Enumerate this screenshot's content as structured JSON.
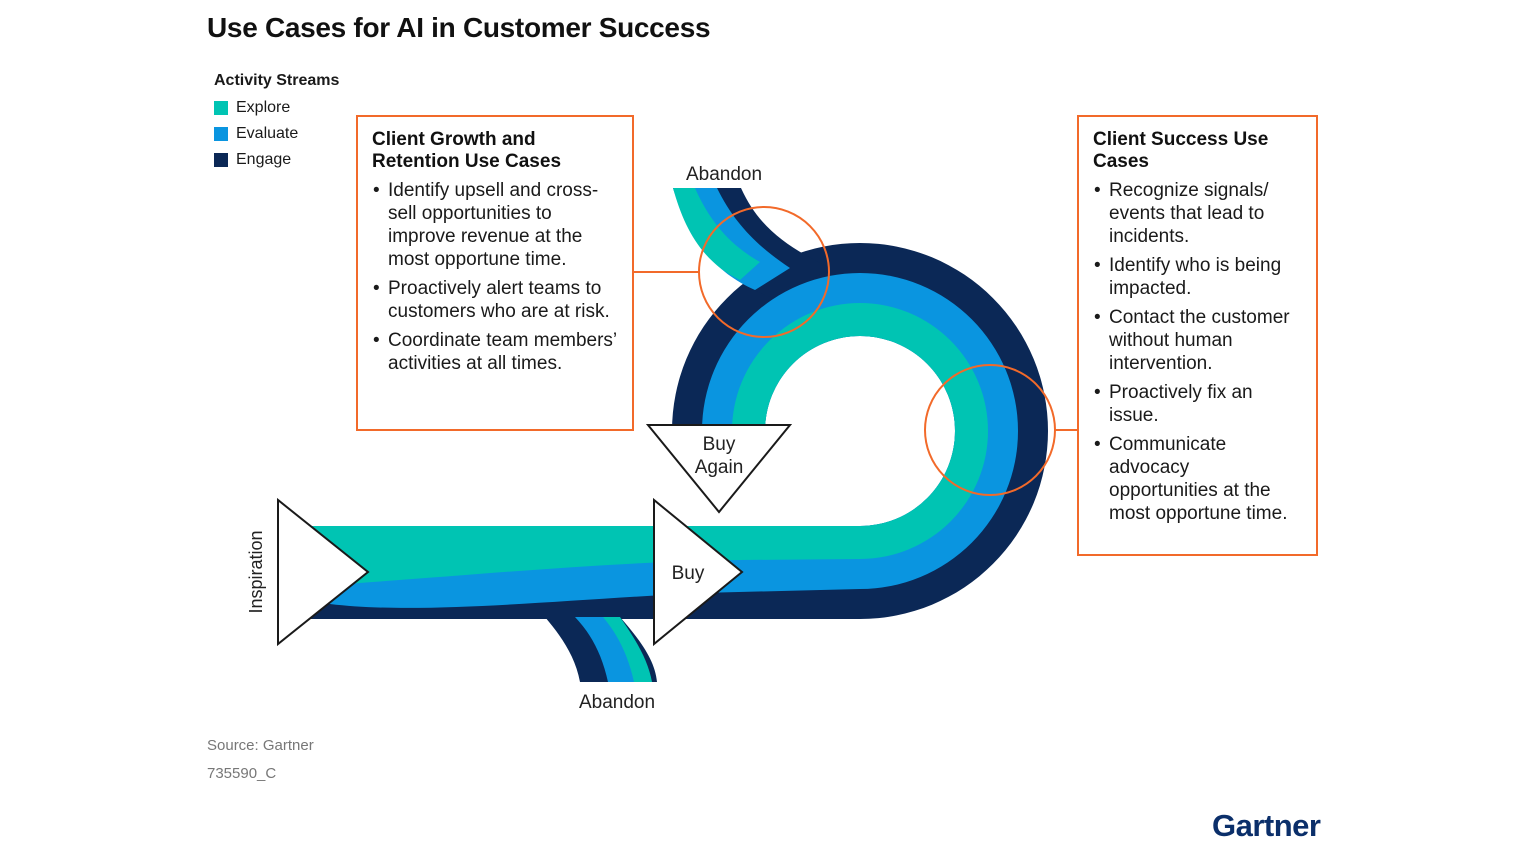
{
  "title": "Use Cases for AI in Customer Success",
  "legend": {
    "title": "Activity Streams",
    "items": [
      {
        "label": "Explore",
        "color": "#00c4b3"
      },
      {
        "label": "Evaluate",
        "color": "#0a95e0"
      },
      {
        "label": "Engage",
        "color": "#0b2856"
      }
    ]
  },
  "colors": {
    "accent": "#f26a2a",
    "explore": "#00c4b3",
    "evaluate": "#0a95e0",
    "engage": "#0b2856"
  },
  "stages": {
    "inspiration": "Inspiration",
    "buy": "Buy",
    "buy_again_line1": "Buy",
    "buy_again_line2": "Again",
    "abandon_top": "Abandon",
    "abandon_bottom": "Abandon"
  },
  "boxes": {
    "left": {
      "title": "Client Growth and Retention Use Cases",
      "items": [
        "Identify upsell and cross-sell opportunities to improve revenue at the most opportune time.",
        "Proactively alert teams to customers who are at risk.",
        "Coordinate team members’ activities at all times."
      ]
    },
    "right": {
      "title": "Client Success Use Cases",
      "items": [
        "Recognize signals/ events that lead to incidents.",
        "Identify who is being impacted.",
        "Contact the customer without human intervention.",
        "Proactively fix an issue.",
        "Communicate advocacy opportunities at the most opportune time."
      ]
    }
  },
  "footer": {
    "source": "Source: Gartner",
    "code": "735590_C",
    "logo": "Gartner"
  }
}
